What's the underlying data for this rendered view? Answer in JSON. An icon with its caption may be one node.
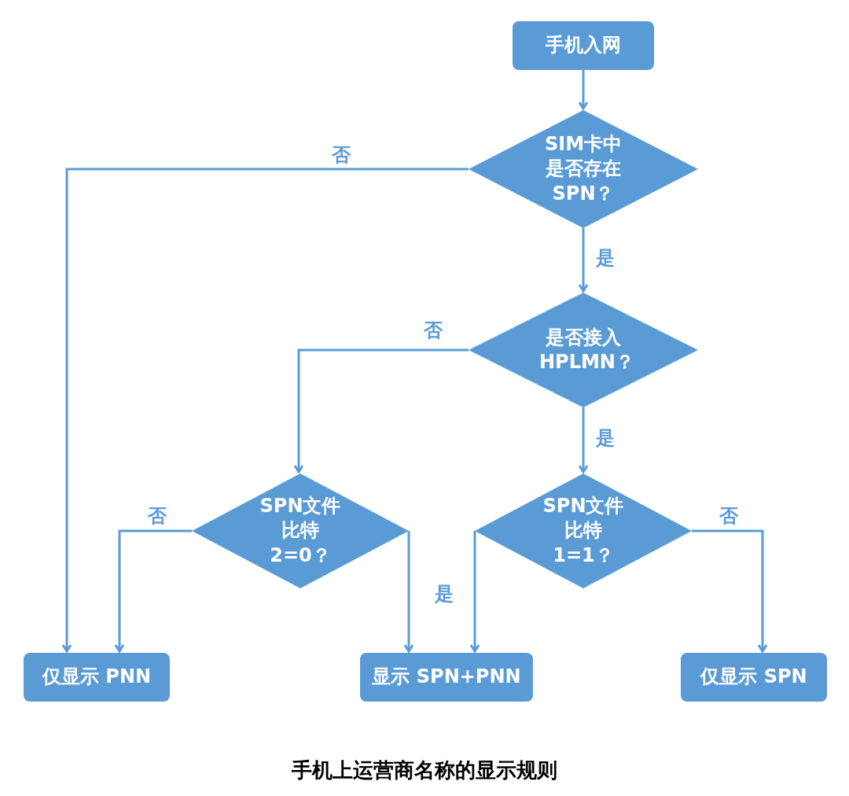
{
  "diagram": {
    "caption": "手机上运营商名称的显示规则",
    "nodes": [
      {
        "text": [
          "手机入网"
        ]
      },
      {
        "text": [
          "SIM卡中是否存在SPN？"
        ]
      },
      {
        "text": [
          "是否接入HPLMN？"
        ]
      },
      {
        "text": [
          "SPN文件比特2=0？"
        ]
      },
      {
        "text": [
          "SPN文件比特1=1？"
        ]
      },
      {
        "text": [
          "仅显示 PNN"
        ]
      },
      {
        "text": [
          "显示 SPN+PNN"
        ]
      },
      {
        "text": [
          "仅显示 SPN"
        ]
      }
    ],
    "edges": [
      {
        "from": 0,
        "to": 1,
        "arrow": "to"
      },
      {
        "from": 1,
        "to": 5,
        "arrow": "to",
        "label": "否"
      },
      {
        "from": 1,
        "to": 2,
        "arrow": "to",
        "label": "是"
      },
      {
        "from": 2,
        "to": 3,
        "arrow": "to",
        "label": "否"
      },
      {
        "from": 2,
        "to": 4,
        "arrow": "to",
        "label": "是"
      },
      {
        "from": 3,
        "to": 5,
        "arrow": "to",
        "label": "否"
      },
      {
        "from": 3,
        "to": 6,
        "arrow": "to",
        "label": "是"
      },
      {
        "from": 4,
        "to": 6,
        "arrow": "to"
      },
      {
        "from": 4,
        "to": 7,
        "arrow": "to",
        "label": "否"
      }
    ]
  }
}
